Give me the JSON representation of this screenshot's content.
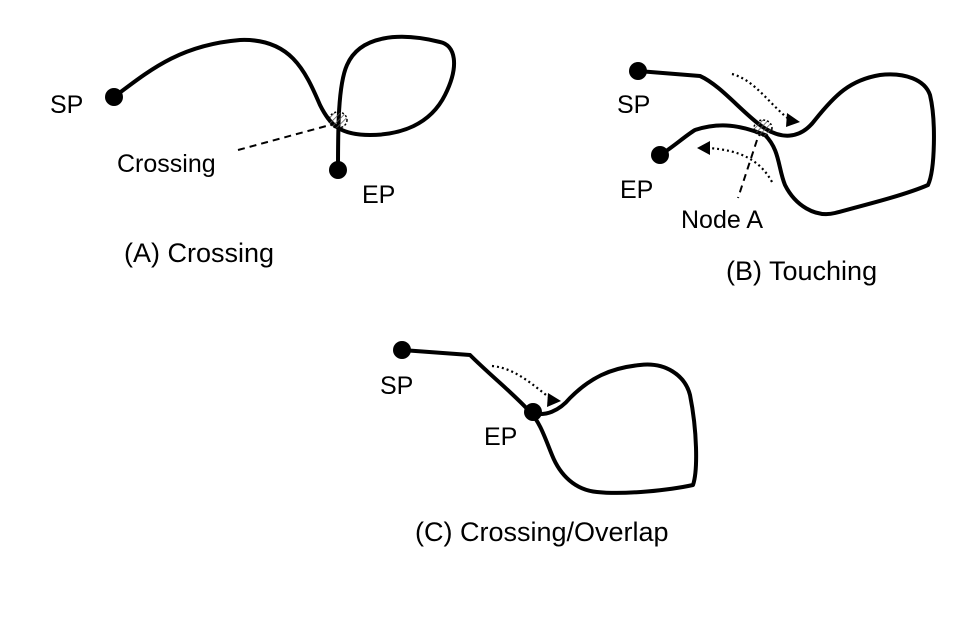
{
  "panels": [
    {
      "caption": "(A) Crossing",
      "start_label": "SP",
      "end_label": "EP",
      "callout_label": "Crossing"
    },
    {
      "caption": "(B) Touching",
      "start_label": "SP",
      "end_label": "EP",
      "callout_label": "Node A"
    },
    {
      "caption": "(C) Crossing/Overlap",
      "start_label": "SP",
      "end_label": "EP"
    }
  ]
}
